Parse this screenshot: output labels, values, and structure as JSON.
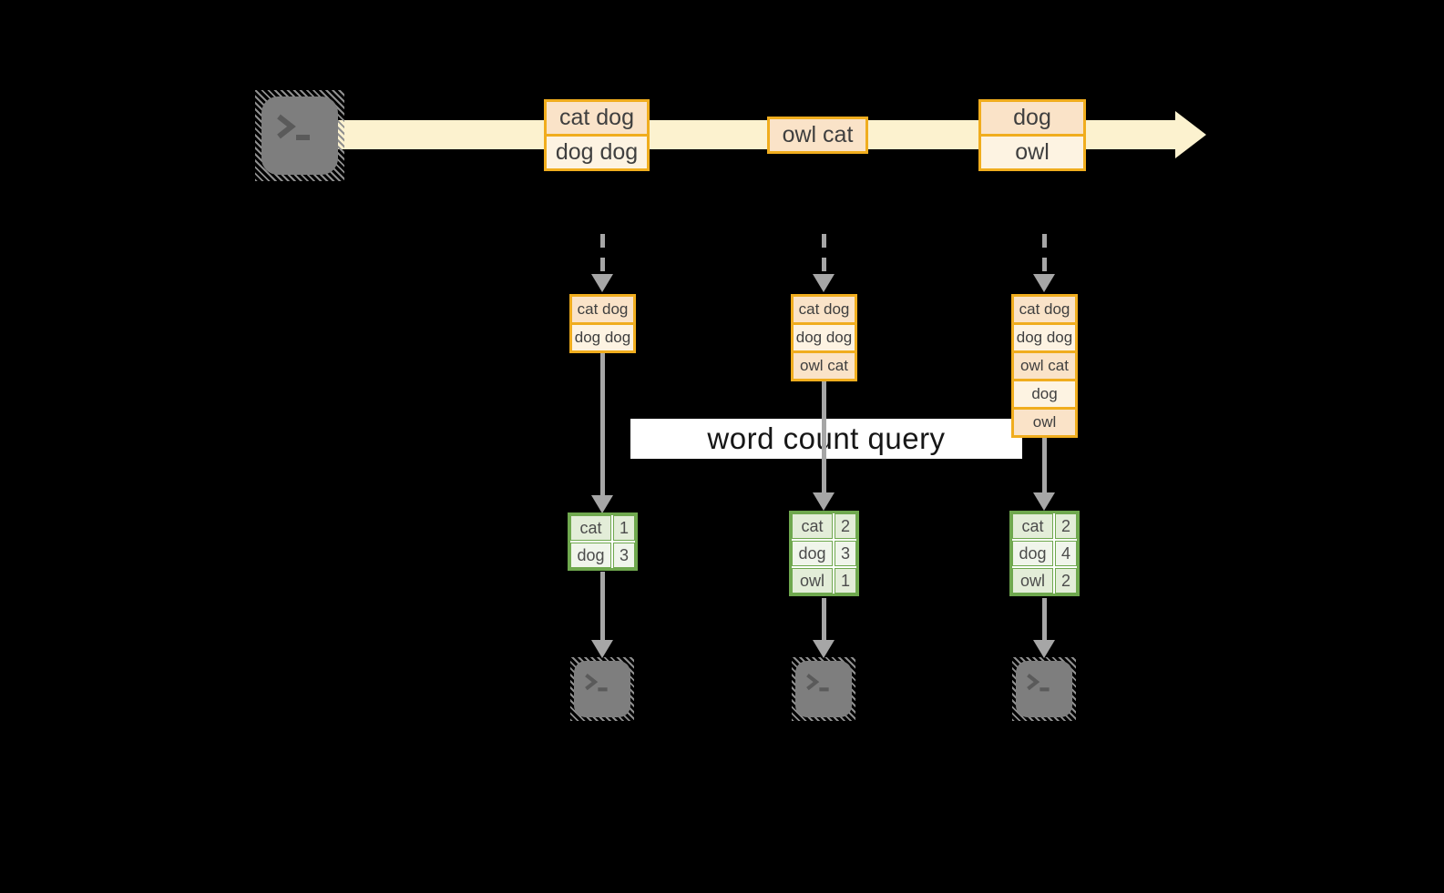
{
  "query": {
    "label": "word count query"
  },
  "icons": {
    "source": "terminal-prompt-icon",
    "sink": "terminal-prompt-icon",
    "stream": "right-arrow",
    "flow": "down-arrow"
  },
  "colors": {
    "background": "#000000",
    "stream_band": "#fcf2cf",
    "event_border": "#f0ad1e",
    "event_fill_dark": "#fae3c8",
    "event_fill_light": "#fdf3e2",
    "table_border": "#6fa84e",
    "table_fill_dark": "#e3edd8",
    "table_fill_light": "#f0f5eb",
    "arrow_gray": "#a6a6a6",
    "query_bg": "#ffffff",
    "terminal_gray": "#7e7e7e",
    "text": "#3f3f3f"
  },
  "stream": {
    "events": [
      {
        "lines": [
          "cat dog",
          "dog dog"
        ]
      },
      {
        "lines": [
          "owl cat"
        ]
      },
      {
        "lines": [
          "dog",
          "owl"
        ]
      }
    ]
  },
  "snapshots": [
    {
      "state": [
        "cat dog",
        "dog dog"
      ],
      "counts": [
        {
          "word": "cat",
          "n": "1"
        },
        {
          "word": "dog",
          "n": "3"
        }
      ]
    },
    {
      "state": [
        "cat dog",
        "dog dog",
        "owl cat"
      ],
      "counts": [
        {
          "word": "cat",
          "n": "2"
        },
        {
          "word": "dog",
          "n": "3"
        },
        {
          "word": "owl",
          "n": "1"
        }
      ]
    },
    {
      "state": [
        "cat dog",
        "dog dog",
        "owl cat",
        "dog",
        "owl"
      ],
      "counts": [
        {
          "word": "cat",
          "n": "2"
        },
        {
          "word": "dog",
          "n": "4"
        },
        {
          "word": "owl",
          "n": "2"
        }
      ]
    }
  ]
}
